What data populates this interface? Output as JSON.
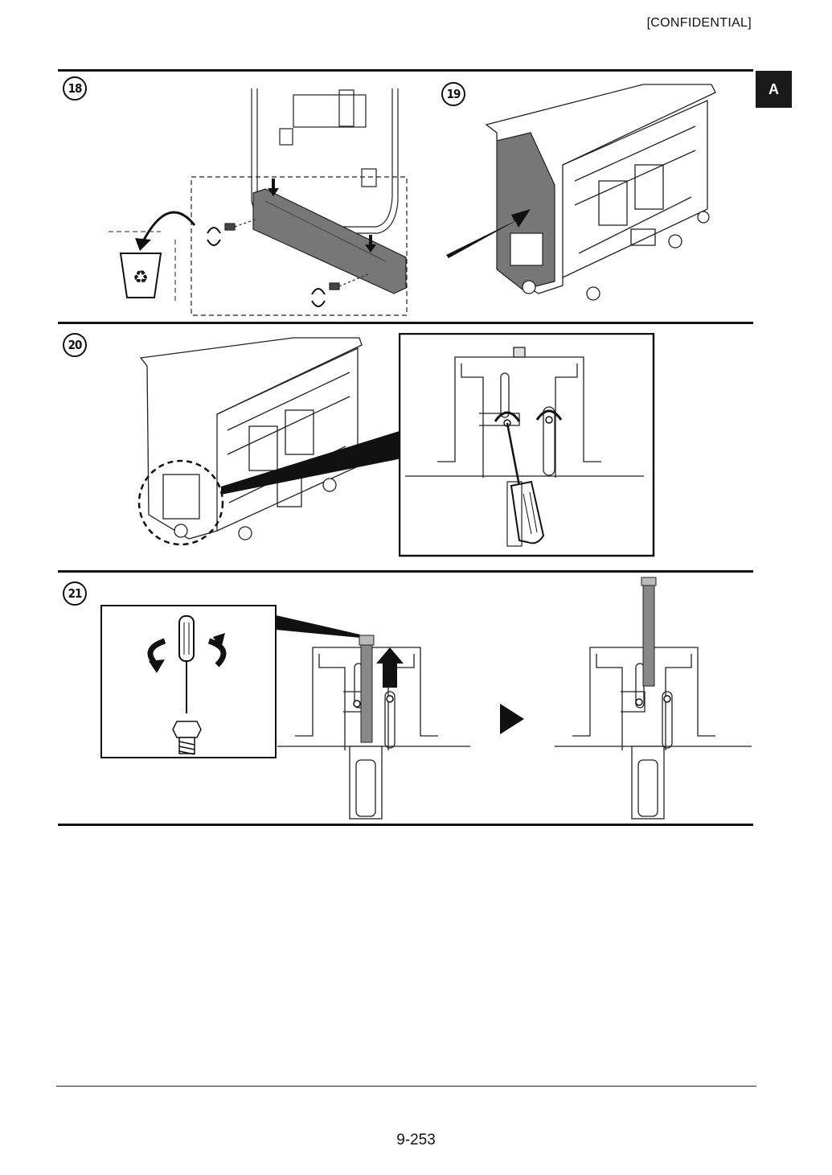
{
  "header": {
    "confidential": "[CONFIDENTIAL]"
  },
  "side_tab": {
    "label": "A"
  },
  "steps": [
    {
      "number": "18"
    },
    {
      "number": "19"
    },
    {
      "number": "20"
    },
    {
      "number": "21"
    }
  ],
  "footer": {
    "page_number": "9-253"
  },
  "icons": [
    "recycle-bin-icon",
    "rotate-screw-icon",
    "push-arrow-icon",
    "screwdriver-icon",
    "next-step-triangle-icon"
  ]
}
